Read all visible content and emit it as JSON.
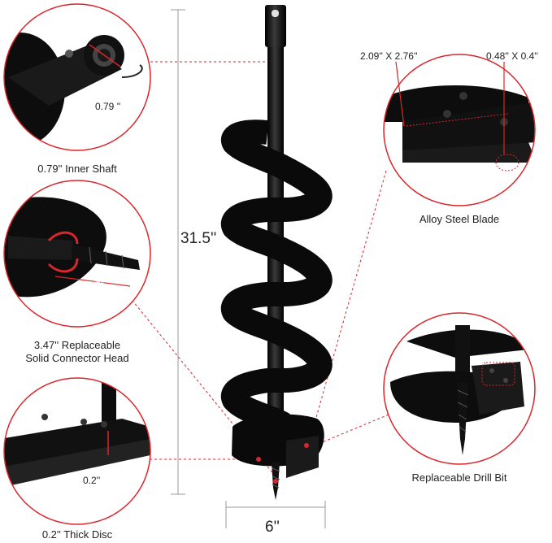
{
  "product": {
    "total_length": "31.5''",
    "width": "6''"
  },
  "callouts": {
    "inner_shaft": {
      "caption": "0.79'' Inner Shaft",
      "measure": "0.79 ''"
    },
    "connector_head": {
      "caption_line1": "3.47'' Replaceable",
      "caption_line2": "Solid Connector Head",
      "measure": "3.47''"
    },
    "thick_disc": {
      "caption": "0.2'' Thick Disc",
      "measure": "0.2''"
    },
    "blade": {
      "caption": "Alloy Steel Blade",
      "measure_a": "2.09'' X 2.76''",
      "measure_b": "0.48'' X 0.4''"
    },
    "drill_bit": {
      "caption": "Replaceable Drill Bit"
    }
  },
  "colors": {
    "accent": "#d8262c",
    "metal": "#111111",
    "circle": "#d8262c"
  }
}
